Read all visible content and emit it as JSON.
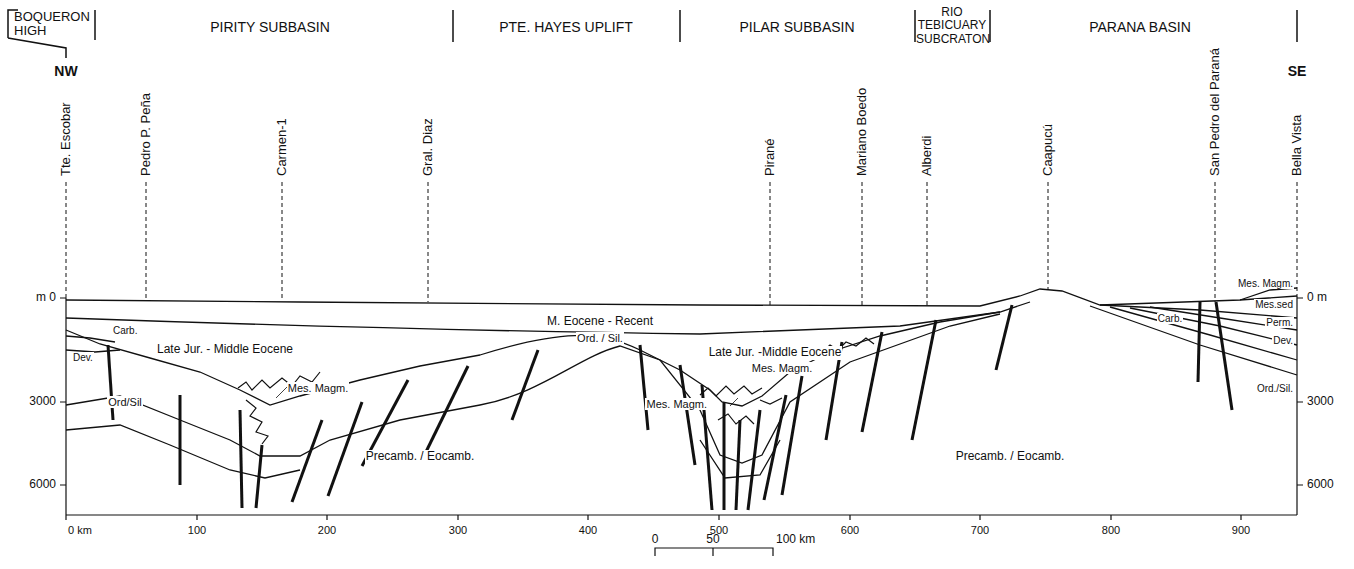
{
  "diagram": {
    "labels": [
      "BOQUERON HIGH",
      "PIRITY SUBBASIN",
      "PTE. HAYES UPLIFT",
      "PILAR SUBBASIN",
      "RIO TEBICUARY SUBCRATON",
      "PARANA BASIN",
      "NW",
      "SE",
      "Tte. Escobar",
      "Pedro P. Peña",
      "Carmen-1",
      "Gral. Diaz",
      "Pirané",
      "Mariano Boedo",
      "Alberdi",
      "Caapucú",
      "San Pedro del Paraná",
      "Bella Vista",
      "m 0",
      "3000",
      "6000",
      "0 m",
      "3000",
      "6000",
      "M. Eocene - Recent",
      "Late Jur. - Middle Eocene",
      "Carb.",
      "Dev.",
      "Ord/Sil",
      "Mes. Magm.",
      "Ord. / Sil.",
      "Precamb. / Eocamb.",
      "Late Jur. -Middle Eocene",
      "Mes. Magm.",
      "Mes. Magm.",
      "Precamb. / Eocamb.",
      "Mes. Magm.",
      "Mes.sed",
      "Carb.",
      "Perm.",
      "Dev.",
      "Ord./Sil.",
      "0 km",
      "100",
      "200",
      "300",
      "400",
      "500",
      "600",
      "700",
      "800",
      "900",
      "0",
      "50",
      "100 km"
    ]
  }
}
